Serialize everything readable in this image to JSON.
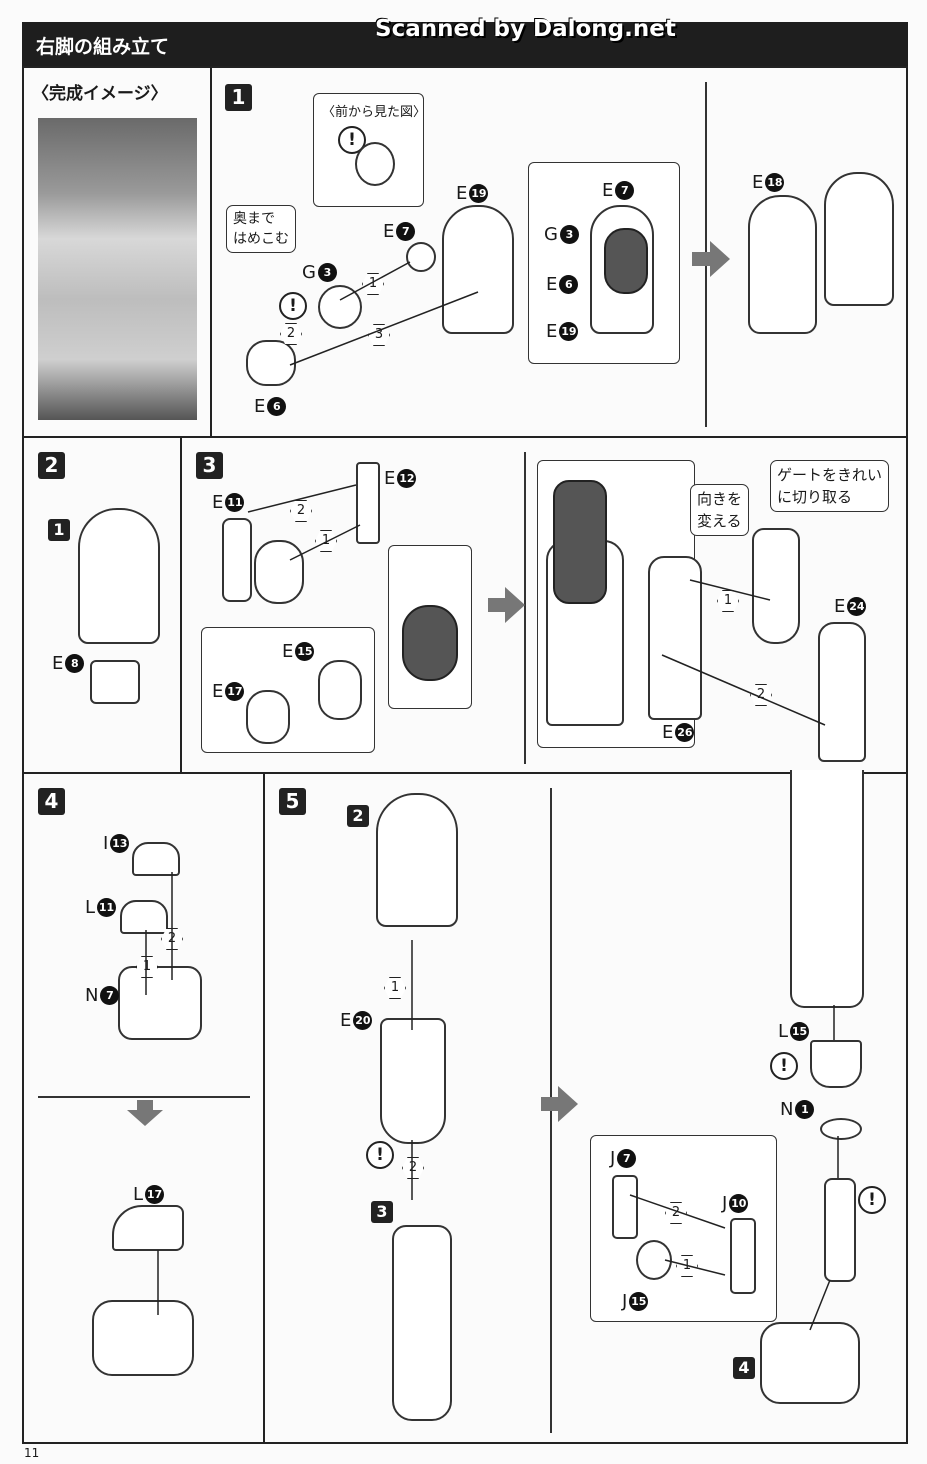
{
  "header": {
    "title": "右脚の組み立て",
    "watermark": "Scanned by Dalong.net"
  },
  "completed": {
    "title": "〈完成イメージ〉"
  },
  "step1": {
    "number": "1",
    "front_view": "〈前から見た図〉",
    "push_in": [
      "奥まで",
      "はめこむ"
    ],
    "parts": [
      [
        "G",
        "3"
      ],
      [
        "E",
        "7"
      ],
      [
        "E",
        "19"
      ],
      [
        "E",
        "6"
      ],
      [
        "E",
        "7"
      ],
      [
        "G",
        "3"
      ],
      [
        "E",
        "6"
      ],
      [
        "E",
        "19"
      ],
      [
        "E",
        "18"
      ]
    ],
    "order": [
      "1",
      "2",
      "3"
    ]
  },
  "step2": {
    "number": "2",
    "sub": "1",
    "parts": [
      [
        "E",
        "8"
      ]
    ]
  },
  "step3": {
    "number": "3",
    "parts": [
      [
        "E",
        "11"
      ],
      [
        "E",
        "12"
      ],
      [
        "E",
        "15"
      ],
      [
        "E",
        "17"
      ],
      [
        "E",
        "24"
      ],
      [
        "E",
        "26"
      ]
    ],
    "order": [
      "2",
      "1",
      "1",
      "2"
    ],
    "change_direction": [
      "向きを",
      "変える"
    ],
    "cut_gate": [
      "ゲートをきれい",
      "に切り取る"
    ]
  },
  "step4": {
    "number": "4",
    "parts": [
      [
        "I",
        "13"
      ],
      [
        "L",
        "11"
      ],
      [
        "N",
        "7"
      ],
      [
        "L",
        "17"
      ]
    ],
    "order": [
      "2",
      "1"
    ]
  },
  "step5": {
    "number": "5",
    "subs": [
      "2",
      "3",
      "4"
    ],
    "parts": [
      [
        "E",
        "20"
      ],
      [
        "L",
        "15"
      ],
      [
        "N",
        "1"
      ],
      [
        "J",
        "7"
      ],
      [
        "J",
        "10"
      ],
      [
        "J",
        "15"
      ]
    ],
    "order": [
      "1",
      "2",
      "2",
      "1"
    ]
  },
  "warning_symbol": "!",
  "page_number": "11"
}
